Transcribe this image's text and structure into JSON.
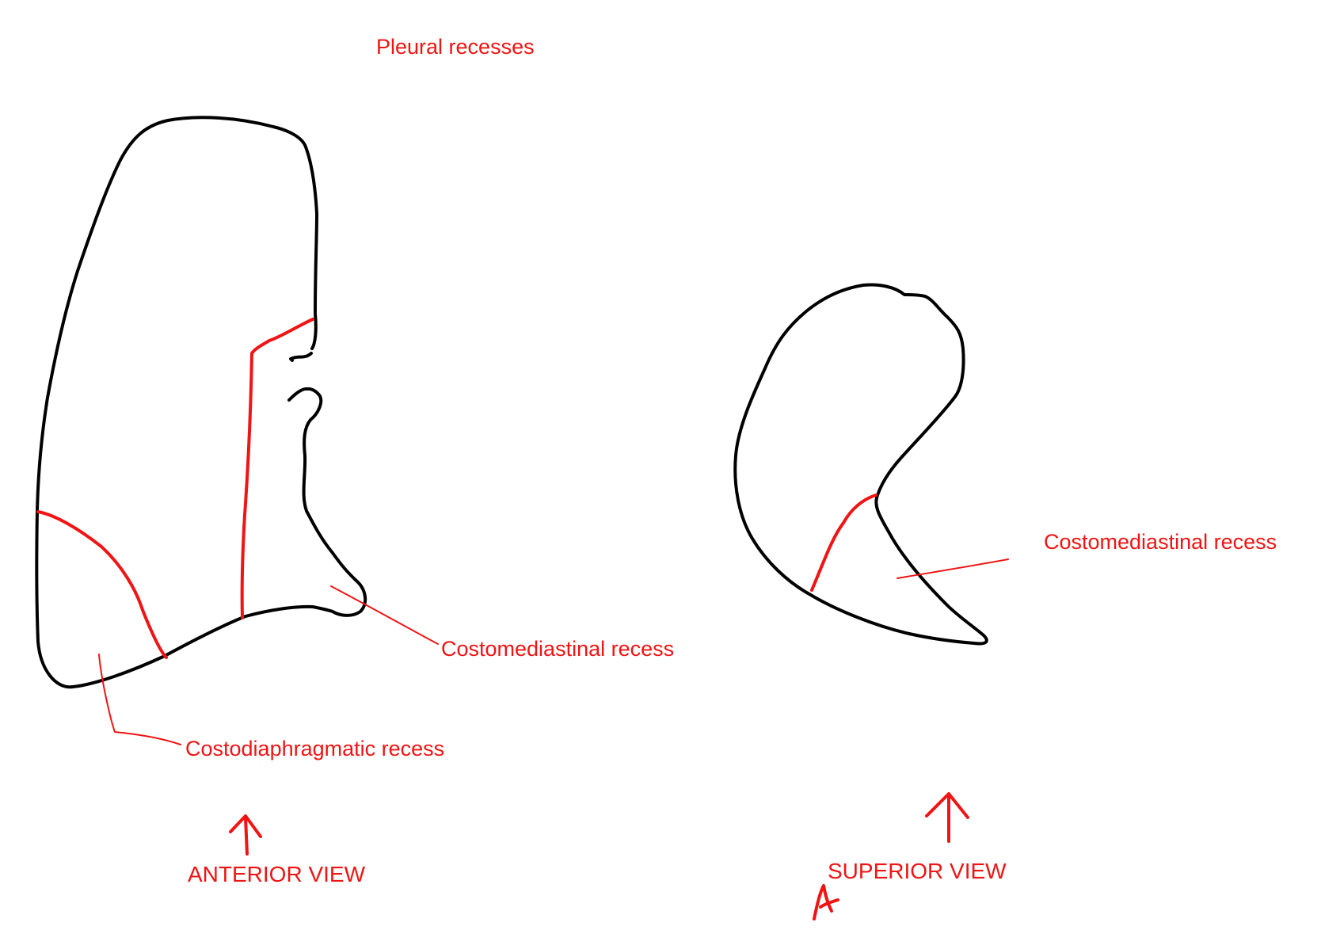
{
  "title": "Pleural recesses",
  "labels": {
    "anterior_costomediastinal": "Costomediastinal recess",
    "costodiaphragmatic": "Costodiaphragmatic recess",
    "superior_costomediastinal": "Costomediastinal recess",
    "anterior_view": "ANTERIOR VIEW",
    "superior_view": "SUPERIOR VIEW"
  },
  "colors": {
    "annotation": "#f01414",
    "outline": "#000000",
    "background": "#ffffff"
  }
}
